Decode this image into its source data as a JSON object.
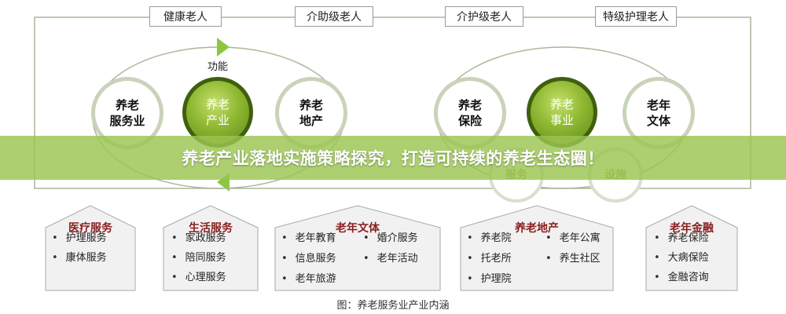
{
  "top_tags": [
    "健康老人",
    "介助级老人",
    "介护级老人",
    "特级护理老人"
  ],
  "function_label": "功能",
  "circles_left": [
    "养老\n服务业",
    "养老\n产业",
    "养老\n地产"
  ],
  "circles_right": [
    "养老\n保险",
    "养老\n事业",
    "老年\n文体"
  ],
  "faint_labels": [
    "服务",
    "设施"
  ],
  "banner": "养老产业落地实施策略探究，打造可持续的养老生态圈！",
  "boxes": [
    {
      "title": "医疗服务",
      "items": [
        "护理服务",
        "康体服务"
      ]
    },
    {
      "title": "生活服务",
      "items": [
        "家政服务",
        "陪同服务",
        "心理服务"
      ]
    },
    {
      "title": "老年文体",
      "items": [
        "老年教育",
        "婚介服务",
        "信息服务",
        "老年活动",
        "老年旅游"
      ]
    },
    {
      "title": "养老地产",
      "items": [
        "养老院",
        "老年公寓",
        "托老所",
        "养生社区",
        "护理院"
      ]
    },
    {
      "title": "老年金融",
      "items": [
        "养老保险",
        "大病保险",
        "金融咨询"
      ]
    }
  ],
  "caption": "图：养老服务业产业内涵",
  "colors": {
    "accent_green": "#8fb833",
    "banner_green": "#9bc450",
    "title_red": "#8a1d1d"
  }
}
